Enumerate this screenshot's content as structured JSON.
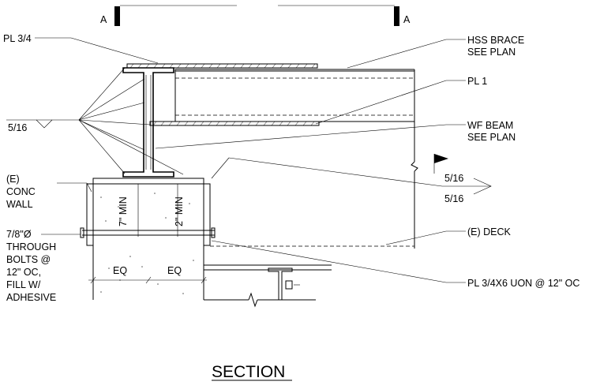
{
  "section_markers": {
    "left": "A",
    "right": "A"
  },
  "labels": {
    "pl_top": "PL 3/4",
    "hss_brace_1": "HSS BRACE",
    "hss_brace_2": "SEE PLAN",
    "pl1": "PL 1",
    "weld_left": "5/16",
    "wf_beam_1": "WF BEAM",
    "wf_beam_2": "SEE PLAN",
    "weld_right_top": "5/16",
    "weld_right_bottom": "5/16",
    "conc_wall_1": "(E)",
    "conc_wall_2": "CONC",
    "conc_wall_3": "WALL",
    "dim_left": "7\" MIN",
    "dim_right": "2\" MIN",
    "deck": "(E) DECK",
    "bolts_1": "7/8\"Ø",
    "bolts_2": "THROUGH",
    "bolts_3": "BOLTS @",
    "bolts_4": "12\" OC,",
    "bolts_5": "FILL W/",
    "bolts_6": "ADHESIVE",
    "eq_left": "EQ",
    "eq_right": "EQ",
    "plate_note": "PL 3/4X6 UON @ 12\" OC"
  },
  "title": "SECTION"
}
